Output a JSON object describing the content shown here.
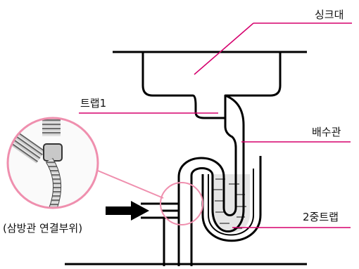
{
  "labels": {
    "sink": "싱크대",
    "trap1": "트랩1",
    "drain_pipe": "배수관",
    "double_trap": "2중트랩",
    "connection": "(삼방관 연결부위)"
  },
  "colors": {
    "pipe_stroke": "#000000",
    "leader_line": "#d5006d",
    "magnifier": "#ef8fae",
    "water_fill": "#e9e9e9"
  },
  "icons": {
    "flow_arrow": "right-arrow",
    "detail_photo": "tee-fitting-with-corrugated-hoses"
  }
}
